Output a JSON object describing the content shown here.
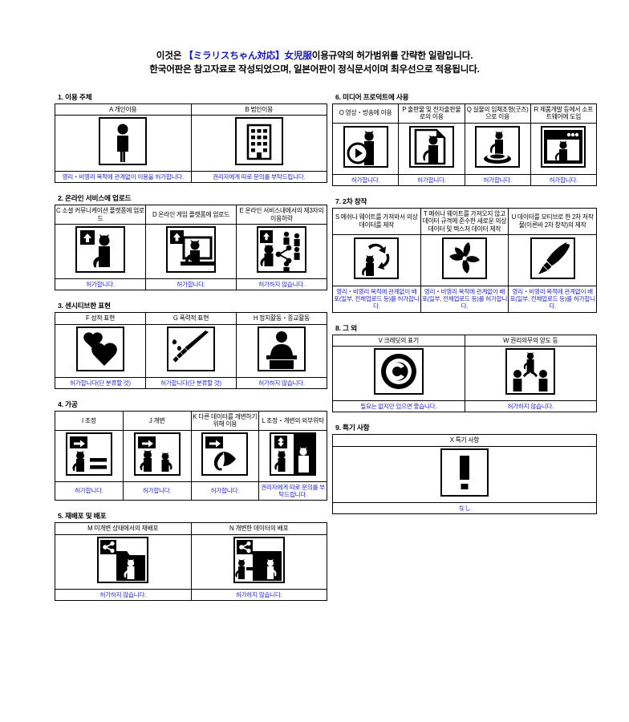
{
  "title": {
    "line1_pre": "이것은",
    "line1_blue": "【ミラリスちゃん対応】女児服",
    "line1_post": "이용규약의 허가범위를 간략한 일람입니다.",
    "line2": "한국어판은 참고자료로 작성되었으며, 일본어판이 정식문서이며 최우선으로 적용됩니다."
  },
  "colors": {
    "blue": "#1a1ab0",
    "note_blue": "#2626c8",
    "black": "#000000",
    "background": "#ffffff"
  },
  "sections": [
    {
      "id": "sec1",
      "title": "1. 이용 주체",
      "columns": [
        {
          "label": "A 개인이용",
          "icon": "person-icon",
          "note": "영리・비영리 목적에 관계없이 이용을 허가합니다."
        },
        {
          "label": "B 법인이용",
          "icon": "building-icon",
          "note": "권리자에게 따로 문의를 부탁드립니다."
        }
      ]
    },
    {
      "id": "sec2",
      "title": "2. 온라인 서비스에 업로드",
      "columns": [
        {
          "label": "C 소셜 커뮤니케이션 플랫폼에 업로드",
          "icon": "upload-cat-icon",
          "note": "허가합니다."
        },
        {
          "label": "D 온라인 게임 플랫폼에 업로드",
          "icon": "upload-cat-monitor-icon",
          "note": "허가합니다."
        },
        {
          "label": "E 온라인 서비스내에서의 제3자의 이용허락",
          "icon": "upload-cat-share-people-icon",
          "note": "허가하지 않습니다."
        }
      ]
    },
    {
      "id": "sec3",
      "title": "3. 센시티브한 표현",
      "columns": [
        {
          "label": "F 성적 표현",
          "icon": "hearts-icon",
          "note": "허가합니다(단 분류할 것)"
        },
        {
          "label": "G 폭력적 표현",
          "icon": "knife-icon",
          "note": "허가합니다(단 분류할 것)"
        },
        {
          "label": "H 정치활동・종교활동",
          "icon": "podium-speaker-icon",
          "note": "허가하지 않습니다."
        }
      ]
    },
    {
      "id": "sec4",
      "title": "4. 가공",
      "columns": [
        {
          "label": "I 조정",
          "icon": "arrow-cat-equals-icon",
          "note": "허가합니다."
        },
        {
          "label": "J 개변",
          "icon": "arrow-two-cats-icon",
          "note": "허가합니다."
        },
        {
          "label": "K 다른 데이터를 개변하기 위해 이용",
          "icon": "arrow-ribbon-icon",
          "note": "허가합니다."
        },
        {
          "label": "L 조정・개변의 외부위탁",
          "icon": "cat-outsource-icon",
          "note": "권리자에게 따로 문의를 부탁드립니다."
        }
      ]
    },
    {
      "id": "sec5",
      "title": "5. 재배포 및 배포",
      "columns": [
        {
          "label": "M 미개변 상태에서의 재배포",
          "icon": "share-folder-cat-icon",
          "note": "허가하지 않습니다."
        },
        {
          "label": "N 개변한 데이터의 배포",
          "icon": "share-cat-modified-icon",
          "note": "허가하지 않습니다."
        }
      ]
    },
    {
      "id": "sec6",
      "title": "6. 미디어 프로덕트에 사용",
      "columns": [
        {
          "label": "O 영상・방송에 이용",
          "icon": "cat-play-button-icon",
          "note": "허가합니다."
        },
        {
          "label": "P 출판물 및 전자출판물로의 이용",
          "icon": "cat-document-icon",
          "note": "허가합니다."
        },
        {
          "label": "Q 실물의 입체조형(굿즈)으로 이용",
          "icon": "cat-figure-stand-icon",
          "note": "허가합니다."
        },
        {
          "label": "R 제품개발 등에서 소프트웨어에 도입",
          "icon": "cat-window-icon",
          "note": "허가합니다."
        }
      ]
    },
    {
      "id": "sec7",
      "title": "7. 2차 창작",
      "columns": [
        {
          "label": "S 메쉬나 웨이트를 가져와서 의상 데이터를 제작",
          "icon": "cat-recycle-icon",
          "note": "영리・비영리 목적에 관계없이 배포(일부, 전체업로드 등)를 허가합니다."
        },
        {
          "label": "T 메쉬나 웨이트를 가져오지 않고 데이터 규격에 준수한 새로운 의상 데이터 및 텍스처 데이터 제작",
          "icon": "pinwheel-icon",
          "note": "영리・비영리 목적에 관계없이 배포(일부, 전체업로드 등)를 허가합니다."
        },
        {
          "label": "U 데이터를 모티브로 한 2차 저작물(이른바 2차 창작)의 제작",
          "icon": "brush-pen-icon",
          "note": "영리・비영리 목적에 관계없이 배포(일부, 전체업로드 등)를 허가합니다."
        }
      ]
    },
    {
      "id": "sec8",
      "title": "8. 그 외",
      "columns": [
        {
          "label": "V 크레딧의 표기",
          "icon": "copyright-icon",
          "note": "필요는 없지만 있으면 좋습니다."
        },
        {
          "label": "W 권리의무의 양도 등",
          "icon": "transfer-people-icon",
          "note": "허가하지 않습니다."
        }
      ]
    },
    {
      "id": "sec9",
      "title": "9. 특기 사항",
      "columns": [
        {
          "label": "X 특기 사항",
          "icon": "exclamation-icon",
          "note": "なし"
        }
      ]
    }
  ]
}
